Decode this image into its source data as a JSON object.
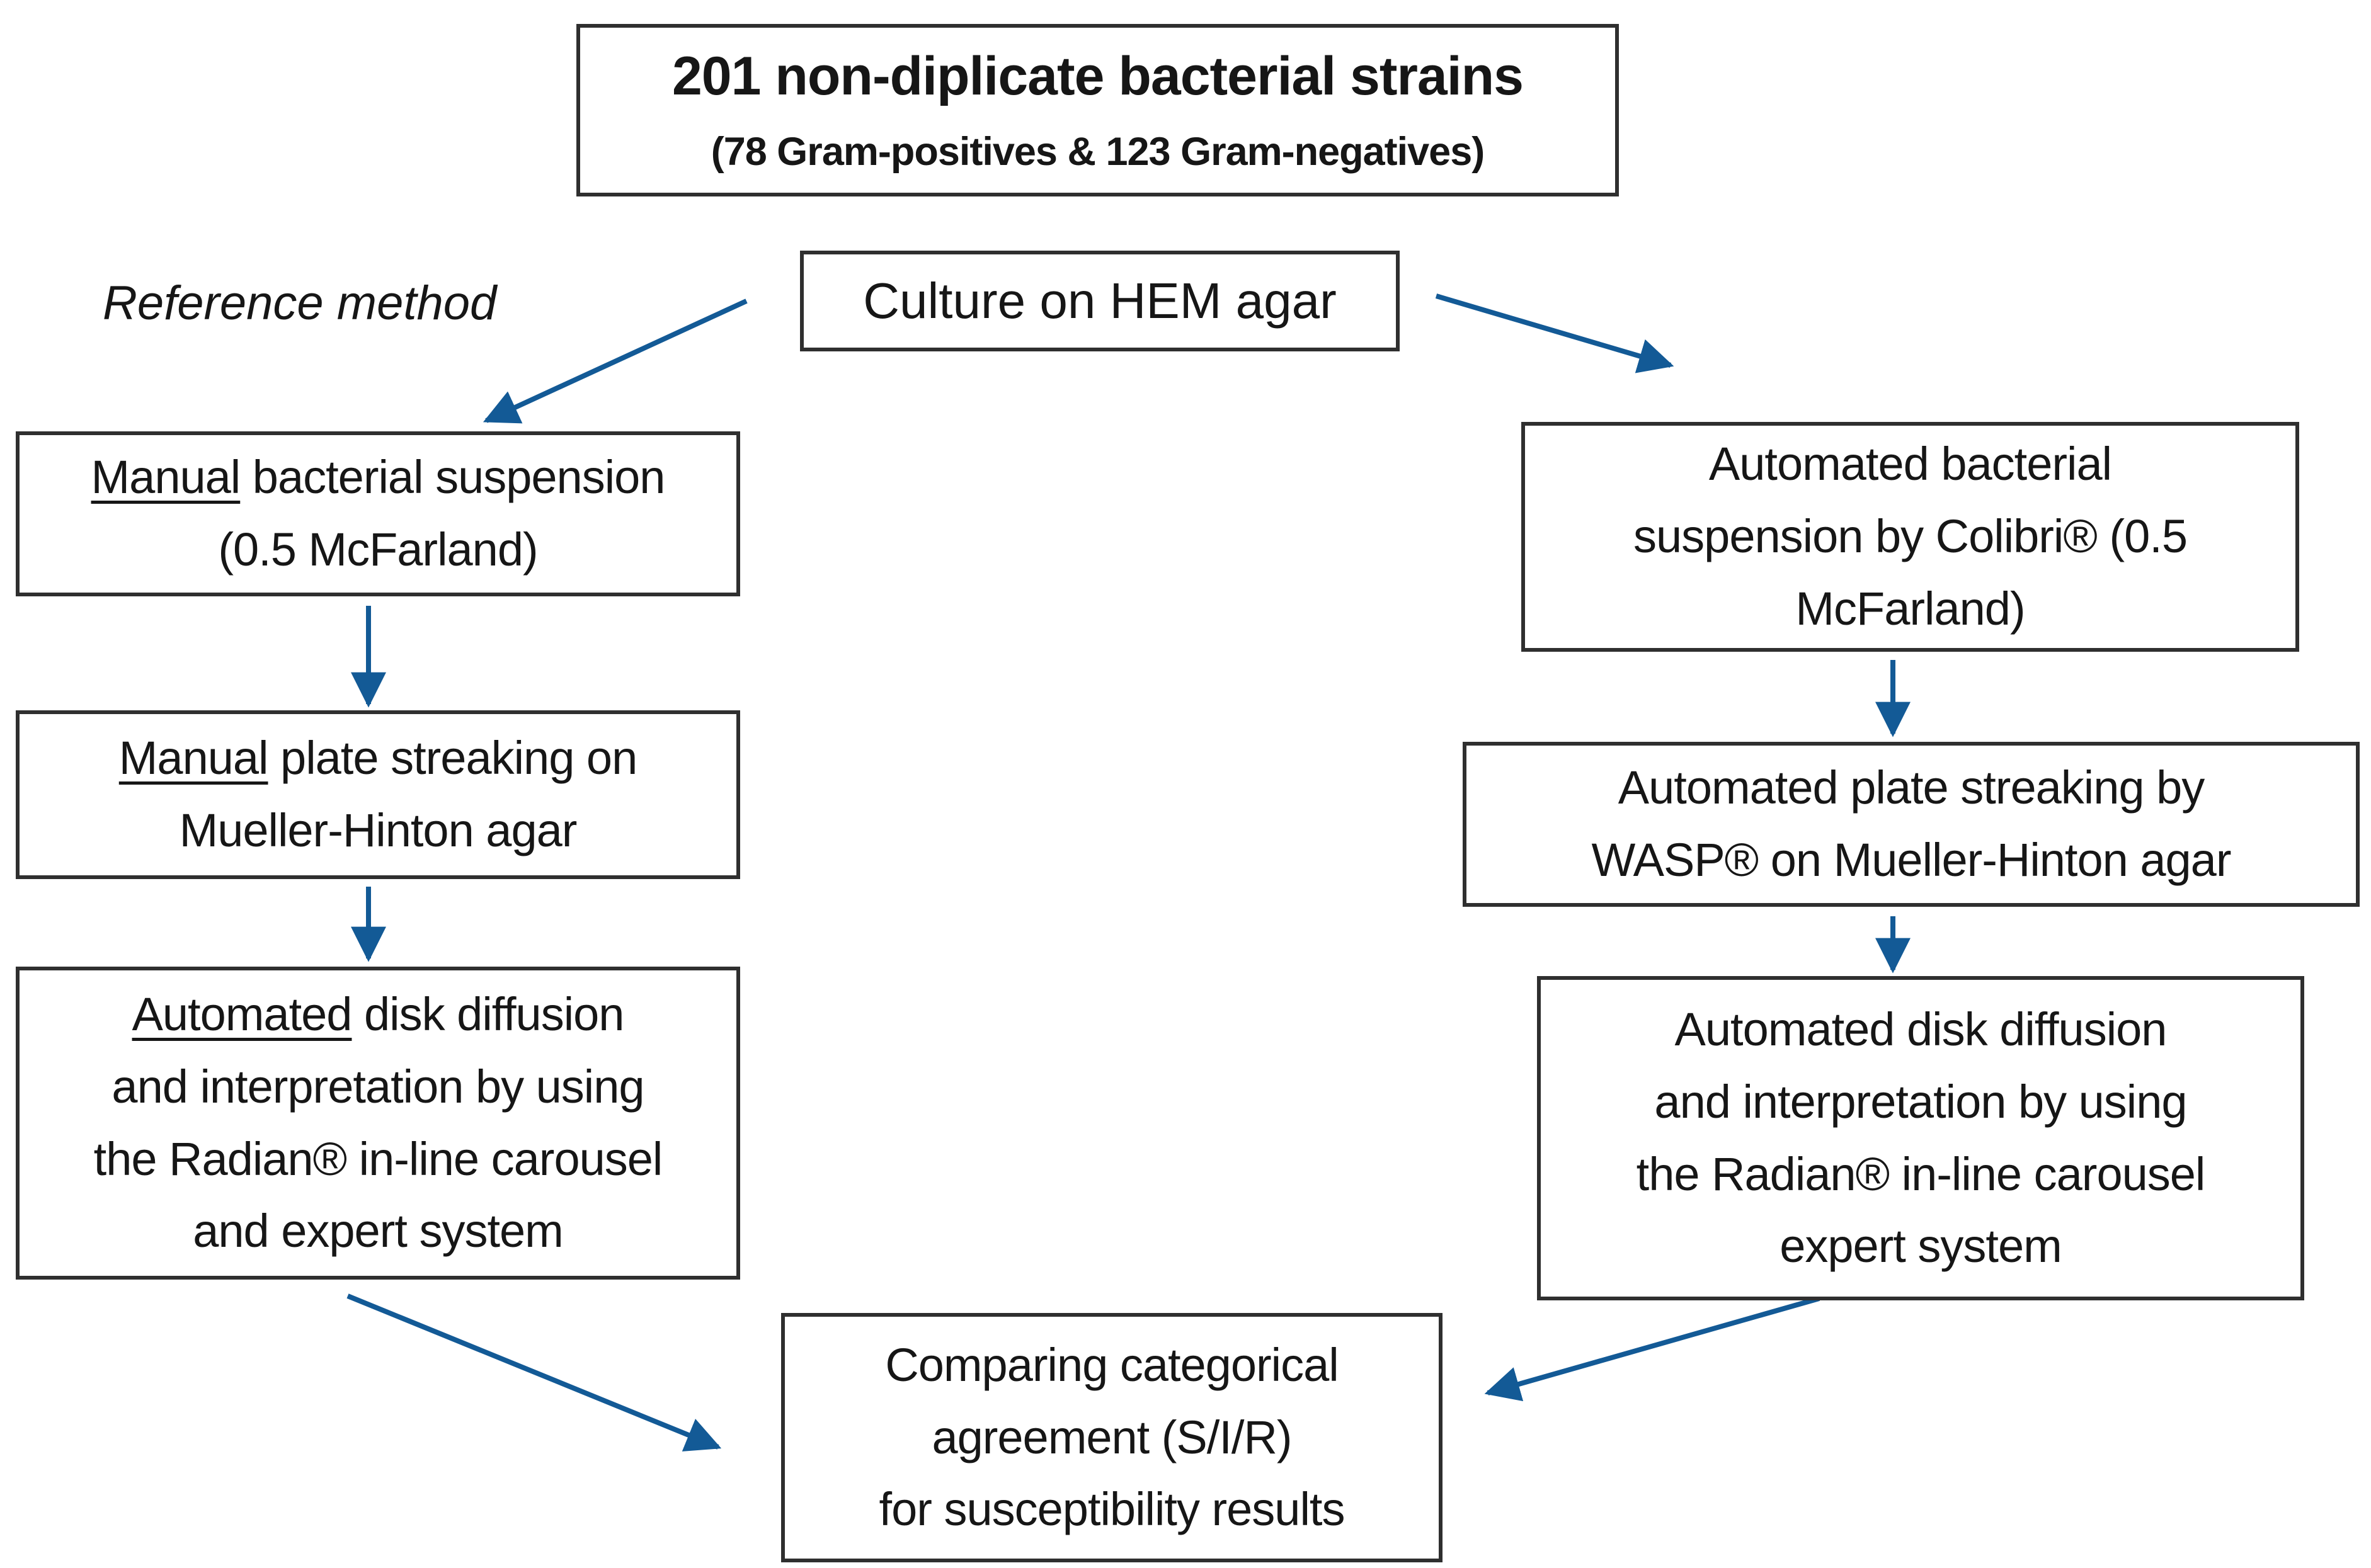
{
  "colors": {
    "bg": "#ffffff",
    "text": "#161616",
    "border": "#2f2f2f",
    "arrow": "#135a96"
  },
  "nodes": {
    "strains": {
      "title": "201 non-diplicate bacterial strains",
      "subtitle": "(78 Gram-positives & 123 Gram-negatives)"
    },
    "culture": {
      "label": "Culture on HEM agar"
    },
    "reference": {
      "label": "Reference method"
    },
    "manual_suspension": {
      "underlined_word": "Manual",
      "line1_rest": " bacterial suspension",
      "line2": "(0.5 McFarland)"
    },
    "manual_streaking": {
      "underlined_word": "Manual",
      "line1_rest": " plate streaking on",
      "line2": "Mueller-Hinton agar"
    },
    "reference_diffusion": {
      "underlined_word": "Automated",
      "line1_rest": " disk diffusion",
      "line2": "and interpretation by using",
      "line3": "the Radian® in-line carousel",
      "line4": "and expert system"
    },
    "auto_suspension": {
      "line1": "Automated bacterial",
      "line2": "suspension by Colibri® (0.5",
      "line3": "McFarland)"
    },
    "auto_streaking": {
      "line1": "Automated plate streaking by",
      "line2": "WASP® on Mueller-Hinton agar"
    },
    "auto_diffusion": {
      "line1": "Automated disk diffusion",
      "line2": "and interpretation by using",
      "line3": "the Radian® in-line carousel",
      "line4": "expert system"
    },
    "comparison": {
      "line1": "Comparing categorical",
      "line2": "agreement (S/I/R)",
      "line3": "for susceptibility results"
    }
  }
}
